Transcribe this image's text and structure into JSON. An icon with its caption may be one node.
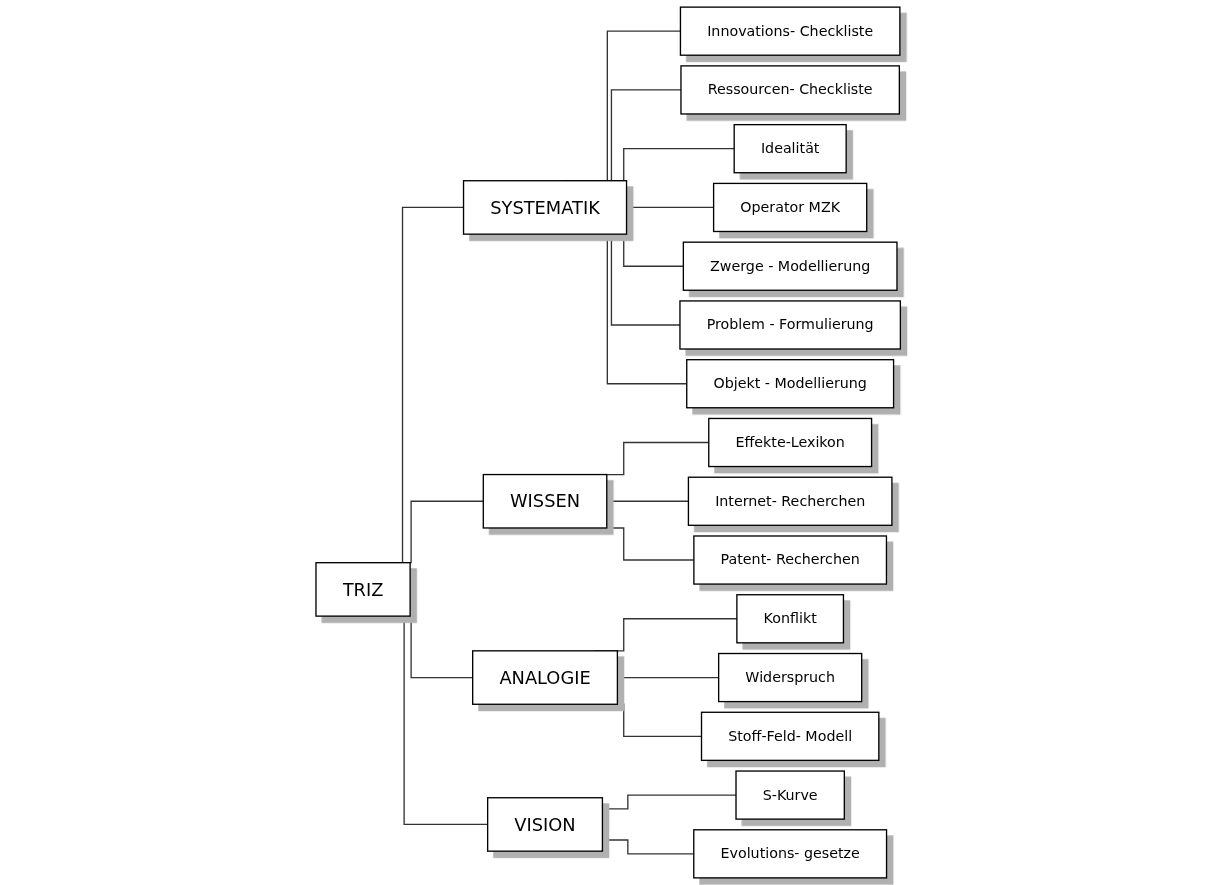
{
  "diagram": {
    "nodes": [
      {
        "text": [
          "TRIZ"
        ]
      },
      {
        "text": [
          "SYSTEMATIK"
        ]
      },
      {
        "text": [
          "WISSEN"
        ]
      },
      {
        "text": [
          "ANALOGIE"
        ]
      },
      {
        "text": [
          "VISION"
        ]
      },
      {
        "text": [
          "Innovations- Checkliste"
        ]
      },
      {
        "text": [
          "Ressourcen- Checkliste"
        ]
      },
      {
        "text": [
          "Idealität"
        ]
      },
      {
        "text": [
          "Operator MZK"
        ]
      },
      {
        "text": [
          "Zwerge - Modellierung"
        ]
      },
      {
        "text": [
          "Problem - Formulierung"
        ]
      },
      {
        "text": [
          "Objekt - Modellierung"
        ]
      },
      {
        "text": [
          "Effekte-Lexikon"
        ]
      },
      {
        "text": [
          "Internet- Recherchen"
        ]
      },
      {
        "text": [
          "Patent- Recherchen"
        ]
      },
      {
        "text": [
          "Konflikt"
        ]
      },
      {
        "text": [
          "Widerspruch"
        ]
      },
      {
        "text": [
          "Stoff-Feld- Modell"
        ]
      },
      {
        "text": [
          "S-Kurve"
        ]
      },
      {
        "text": [
          "Evolutions- gesetze"
        ]
      }
    ],
    "edges": [
      {
        "from": 0,
        "to": 1,
        "arrow": "none"
      },
      {
        "from": 0,
        "to": 2,
        "arrow": "none"
      },
      {
        "from": 0,
        "to": 3,
        "arrow": "none"
      },
      {
        "from": 0,
        "to": 4,
        "arrow": "none"
      },
      {
        "from": 1,
        "to": 5,
        "arrow": "none"
      },
      {
        "from": 1,
        "to": 6,
        "arrow": "none"
      },
      {
        "from": 1,
        "to": 7,
        "arrow": "none"
      },
      {
        "from": 1,
        "to": 8,
        "arrow": "none"
      },
      {
        "from": 1,
        "to": 9,
        "arrow": "none"
      },
      {
        "from": 1,
        "to": 10,
        "arrow": "none"
      },
      {
        "from": 1,
        "to": 11,
        "arrow": "none"
      },
      {
        "from": 2,
        "to": 12,
        "arrow": "none"
      },
      {
        "from": 2,
        "to": 13,
        "arrow": "none"
      },
      {
        "from": 2,
        "to": 14,
        "arrow": "none"
      },
      {
        "from": 3,
        "to": 15,
        "arrow": "none"
      },
      {
        "from": 3,
        "to": 16,
        "arrow": "none"
      },
      {
        "from": 3,
        "to": 17,
        "arrow": "none"
      },
      {
        "from": 4,
        "to": 18,
        "arrow": "none"
      },
      {
        "from": 4,
        "to": 19,
        "arrow": "none"
      }
    ]
  }
}
